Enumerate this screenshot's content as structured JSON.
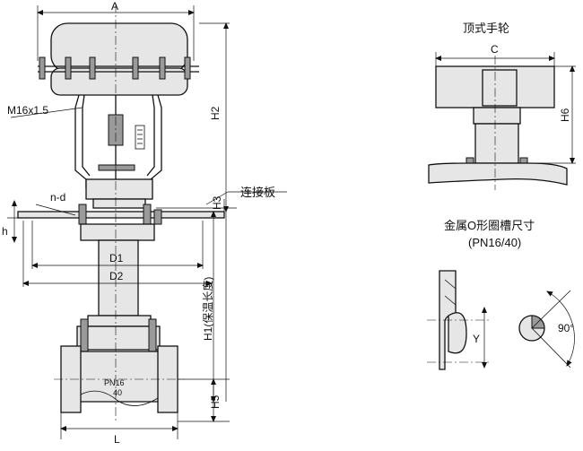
{
  "labels": {
    "dim_a": "A",
    "dim_c": "C",
    "dim_h2": "H2",
    "dim_h3": "H3",
    "dim_h6": "H6",
    "dim_h5": "H5",
    "dim_h": "h",
    "dim_l": "L",
    "dim_y": "Y",
    "dim_d1": "D1",
    "dim_d2": "D2",
    "thread_spec": "M16x1.5",
    "bolt_holes": "n-d",
    "connecting_plate": "连接板",
    "h1_insulation_length": "H1(保温长度)",
    "pn16": "PN16",
    "nominal_40": "40",
    "angle_90": "90°"
  },
  "titles": {
    "top_handwheel": "顶式手轮",
    "oring_groove_title": "金属O形圈槽尺寸",
    "oring_groove_pn": "(PN16/40)"
  }
}
